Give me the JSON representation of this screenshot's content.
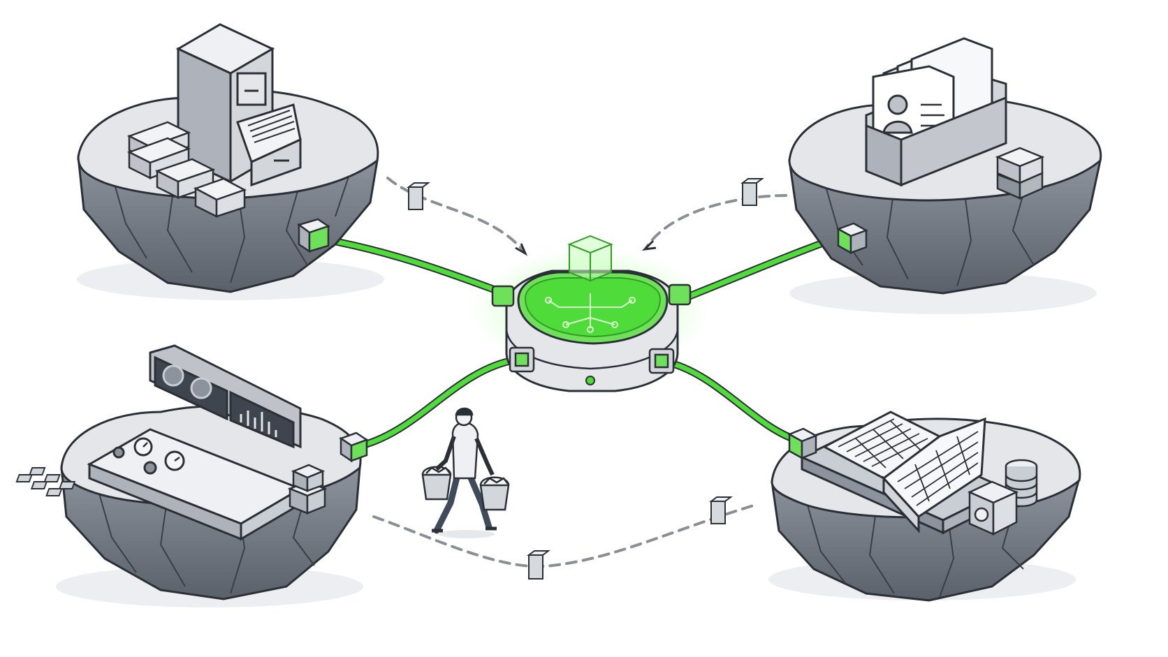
{
  "diagram": {
    "hub": {
      "label": "",
      "icon": "central-integration-hub-icon",
      "status": "active"
    },
    "islands": [
      {
        "id": "records-archive",
        "icon": "filing-cabinet-icon",
        "position": "top-left"
      },
      {
        "id": "contacts-directory",
        "icon": "card-file-icon",
        "position": "top-right"
      },
      {
        "id": "control-panel",
        "icon": "dashboard-console-icon",
        "position": "bottom-left"
      },
      {
        "id": "ledger",
        "icon": "ledger-book-icon",
        "position": "bottom-right"
      }
    ],
    "connections": [
      {
        "from": "hub",
        "to": "records-archive",
        "style": "cable"
      },
      {
        "from": "hub",
        "to": "contacts-directory",
        "style": "cable"
      },
      {
        "from": "hub",
        "to": "control-panel",
        "style": "cable"
      },
      {
        "from": "hub",
        "to": "ledger",
        "style": "cable"
      }
    ],
    "manual_paths": [
      {
        "from": "records-archive",
        "to": "hub",
        "style": "dashed"
      },
      {
        "from": "contacts-directory",
        "to": "hub",
        "style": "dashed"
      },
      {
        "from": "control-panel",
        "to": "ledger",
        "style": "dashed"
      }
    ],
    "figure": {
      "icon": "person-carrying-buckets-icon"
    }
  },
  "colors": {
    "accent": "#4fdc3a",
    "accent_dark": "#2f9e22",
    "stone": "#c9cdd4",
    "stone_top": "#e4e6ea",
    "stone_dark": "#6d737c",
    "outline": "#2b2f36",
    "dash": "#8a8e95"
  }
}
